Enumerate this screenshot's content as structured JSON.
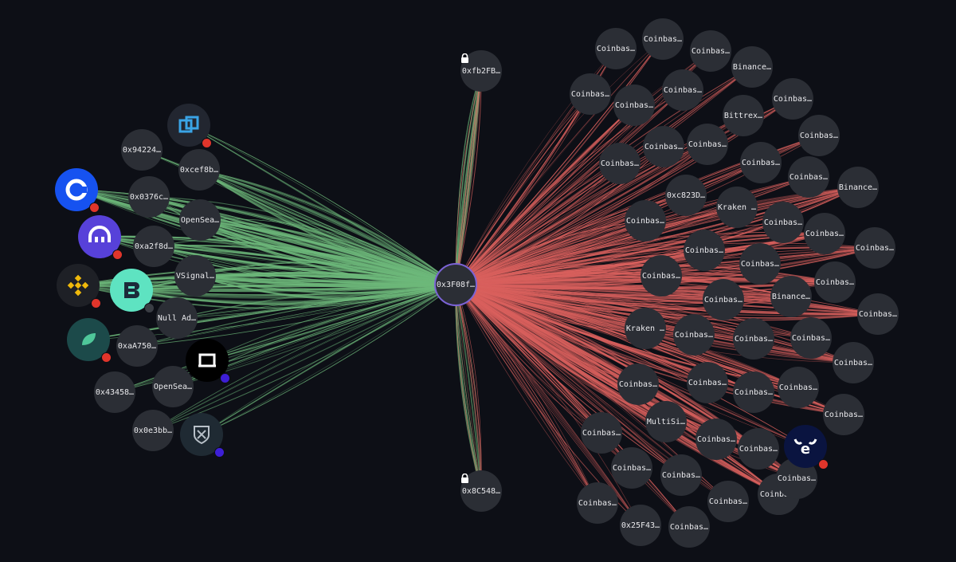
{
  "colors": {
    "background": "#0d0f16",
    "node": "#2b2e35",
    "incoming": "#6db87a",
    "outgoing": "#d9605d",
    "center_ring": "#7b63d6",
    "badge_red": "#e0352b",
    "badge_purple": "#3d1fd6",
    "badge_gray": "#3a3d44"
  },
  "center": {
    "label": "0x3F08f…"
  },
  "locked": [
    {
      "label": "0xfb2FB…"
    },
    {
      "label": "0x8C548…"
    }
  ],
  "left_nodes": [
    {
      "label": "0x94224…"
    },
    {
      "label": "0xcef8b…"
    },
    {
      "label": "0x0376c…"
    },
    {
      "label": "OpenSea…"
    },
    {
      "label": "0xa2f8d…"
    },
    {
      "label": "VSignal…"
    },
    {
      "label": "Null Ad…"
    },
    {
      "label": "0xaA750…"
    },
    {
      "label": "0x43458…"
    },
    {
      "label": "OpenSea…"
    },
    {
      "label": "0x0e3bb…"
    }
  ],
  "left_logos": [
    {
      "icon": "bridge-icon",
      "badge": "red"
    },
    {
      "icon": "coinbase-icon",
      "badge": "red"
    },
    {
      "icon": "kraken-icon",
      "badge": "red"
    },
    {
      "icon": "binance-icon",
      "badge": "red"
    },
    {
      "icon": "bitbuy-icon",
      "badge": "gray"
    },
    {
      "icon": "bitstamp-icon",
      "badge": "red"
    },
    {
      "icon": "window-icon",
      "badge": "purple"
    },
    {
      "icon": "crest-icon",
      "badge": "purple"
    }
  ],
  "right_nodes": [
    {
      "label": "Coinbas…"
    },
    {
      "label": "Coinbas…"
    },
    {
      "label": "Coinbas…"
    },
    {
      "label": "Binance…"
    },
    {
      "label": "Coinbas…"
    },
    {
      "label": "Coinbas…"
    },
    {
      "label": "Coinbas…"
    },
    {
      "label": "Coinbas…"
    },
    {
      "label": "Bittrex…"
    },
    {
      "label": "Coinbas…"
    },
    {
      "label": "Coinbas…"
    },
    {
      "label": "Coinbas…"
    },
    {
      "label": "Coinbas…"
    },
    {
      "label": "Coinbas…"
    },
    {
      "label": "Coinbas…"
    },
    {
      "label": "0xc823D…"
    },
    {
      "label": "Kraken …"
    },
    {
      "label": "Binance…"
    },
    {
      "label": "Coinbas…"
    },
    {
      "label": "Coinbas…"
    },
    {
      "label": "Coinbas…"
    },
    {
      "label": "Coinbas…"
    },
    {
      "label": "Coinbas…"
    },
    {
      "label": "Coinbas…"
    },
    {
      "label": "Coinbas…"
    },
    {
      "label": "Coinbas…"
    },
    {
      "label": "Binance…"
    },
    {
      "label": "Coinbas…"
    },
    {
      "label": "Coinbas…"
    },
    {
      "label": "Kraken …"
    },
    {
      "label": "Coinbas…"
    },
    {
      "label": "Coinbas…"
    },
    {
      "label": "Coinbas…"
    },
    {
      "label": "Coinbas…"
    },
    {
      "label": "Coinbas…"
    },
    {
      "label": "Coinbas…"
    },
    {
      "label": "Coinbas…"
    },
    {
      "label": "Coinbas…"
    },
    {
      "label": "Coinbas…"
    },
    {
      "label": "MultiSi…"
    },
    {
      "label": "Coinbas…"
    },
    {
      "label": "Coinbas…"
    },
    {
      "label": "Coinbas…"
    },
    {
      "label": "Coinbas…"
    },
    {
      "label": "Coinbas…"
    },
    {
      "label": "Coinbas…"
    },
    {
      "label": "Coinbas…"
    },
    {
      "label": "Coinbas…"
    },
    {
      "label": "0x25F43…"
    },
    {
      "label": "Coinbas…"
    },
    {
      "label": "Coinbas…"
    },
    {
      "label": "Coinbas…"
    }
  ],
  "right_logos": [
    {
      "icon": "exchange-e-icon",
      "badge": "red"
    }
  ]
}
